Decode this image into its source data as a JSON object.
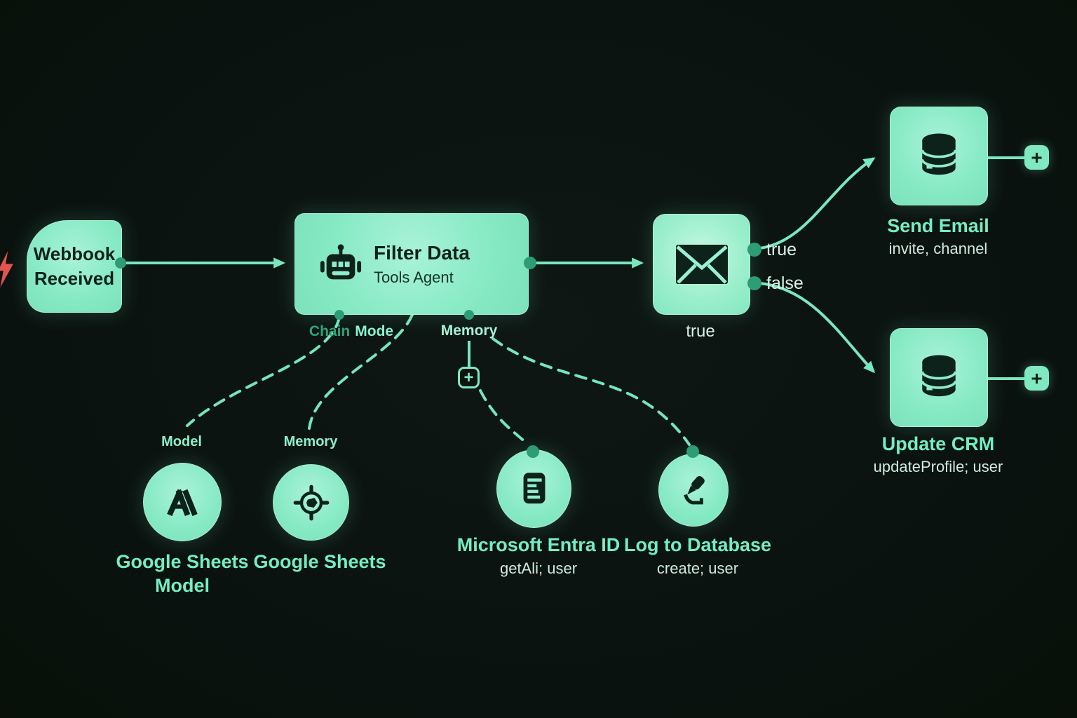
{
  "colors": {
    "background": "#0b1411",
    "node_fill": "#85e9c4",
    "accent_line": "#78e8be",
    "connector_dot": "#2e9c75",
    "ink_on_node": "#0d221b",
    "title_mint": "#74eec2",
    "subtitle_light": "#cfeadd",
    "chain_green": "#2fa47b",
    "trigger_bolt_red": "#e2544e"
  },
  "ui": {
    "plus_label": "+"
  },
  "icons": {
    "trigger": "lightning-bolt-icon",
    "filter": "robot-icon",
    "switch": "envelope-icon",
    "send_email": "database-icon",
    "update_crm": "database-icon",
    "model": "anthropic-mark-icon",
    "memory": "target-icon",
    "entra": "document-list-icon",
    "logdb": "pen-nib-icon"
  },
  "nodes": {
    "webhook": {
      "line1": "Webbook",
      "line2": "Received"
    },
    "filter": {
      "title": "Filter Data",
      "subtitle": "Tools Agent",
      "port_chain": "Chain",
      "port_mode": "Mode",
      "port_memory": "Memory"
    },
    "switch": {
      "caption": "true",
      "out_true": "true",
      "out_false": "false"
    },
    "send_email": {
      "title": "Send Email",
      "subtitle": "invite, channel"
    },
    "update_crm": {
      "title": "Update CRM",
      "subtitle": "updateProfile; user"
    },
    "model": {
      "port": "Model",
      "title": "Google Sheets Model"
    },
    "memory": {
      "port": "Memory",
      "title": "Google Sheets"
    },
    "entra": {
      "title": "Microsoft Entra ID",
      "subtitle": "getAli; user"
    },
    "logdb": {
      "title": "Log to Database",
      "subtitle": "create; user"
    }
  }
}
